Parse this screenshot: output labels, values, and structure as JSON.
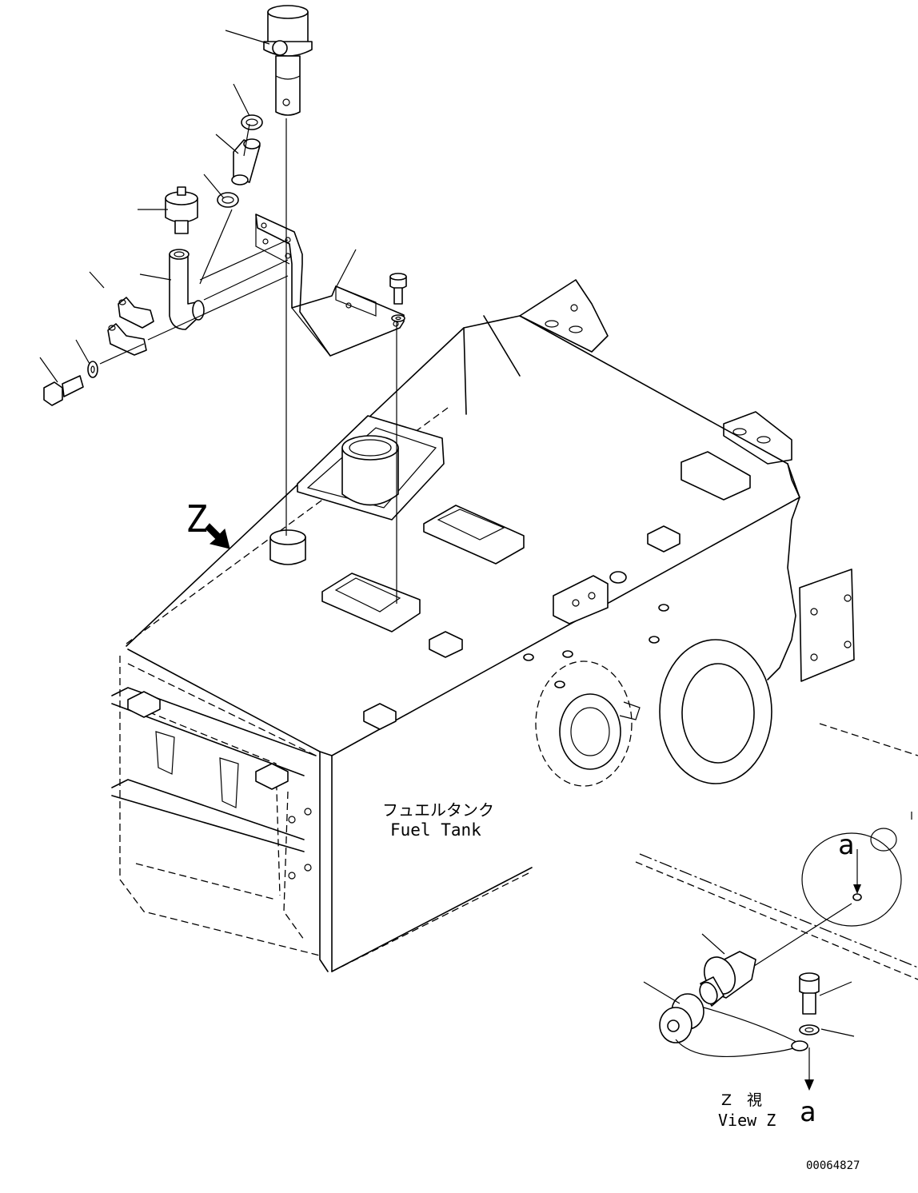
{
  "labels": {
    "view_arrow_letter": "Z",
    "tank_label_jp": "フュエルタンク",
    "tank_label_en": "Fuel Tank",
    "detail_marker_top": "a",
    "detail_marker_bottom": "a",
    "view_label_jp": "Z　視",
    "view_label_en": "View Z",
    "drawing_number": "00064827"
  }
}
